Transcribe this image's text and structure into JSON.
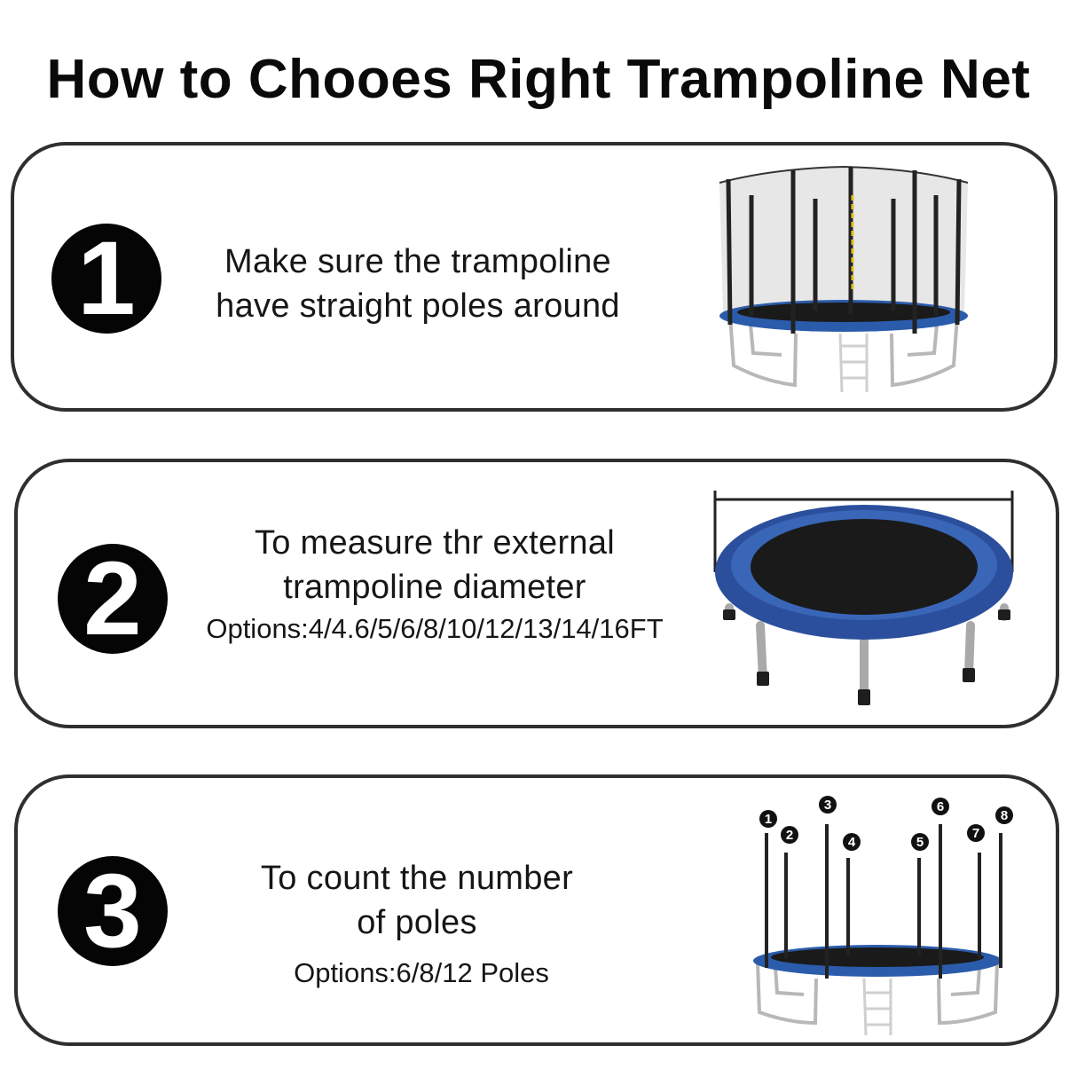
{
  "title": "How to Chooes Right Trampoline Net",
  "steps": [
    {
      "number": "1",
      "lines": [
        "Make sure the trampoline",
        "have straight poles around"
      ],
      "image_icon": "trampoline-with-net-icon"
    },
    {
      "number": "2",
      "lines": [
        "To measure thr external",
        "trampoline diameter"
      ],
      "options": "Options:4/4.6/5/6/8/10/12/13/14/16FT",
      "image_icon": "trampoline-diameter-icon"
    },
    {
      "number": "3",
      "lines": [
        "To count the number",
        "of poles"
      ],
      "options": "Options:6/8/12 Poles",
      "image_icon": "trampoline-poles-icon",
      "pole_labels": [
        "1",
        "2",
        "3",
        "4",
        "5",
        "6",
        "7",
        "8"
      ]
    }
  ],
  "colors": {
    "pad_blue": "#2b4f9c",
    "mat_black": "#1a1a1a",
    "pole_black": "#222222",
    "frame_silver": "#bfbfbf"
  }
}
